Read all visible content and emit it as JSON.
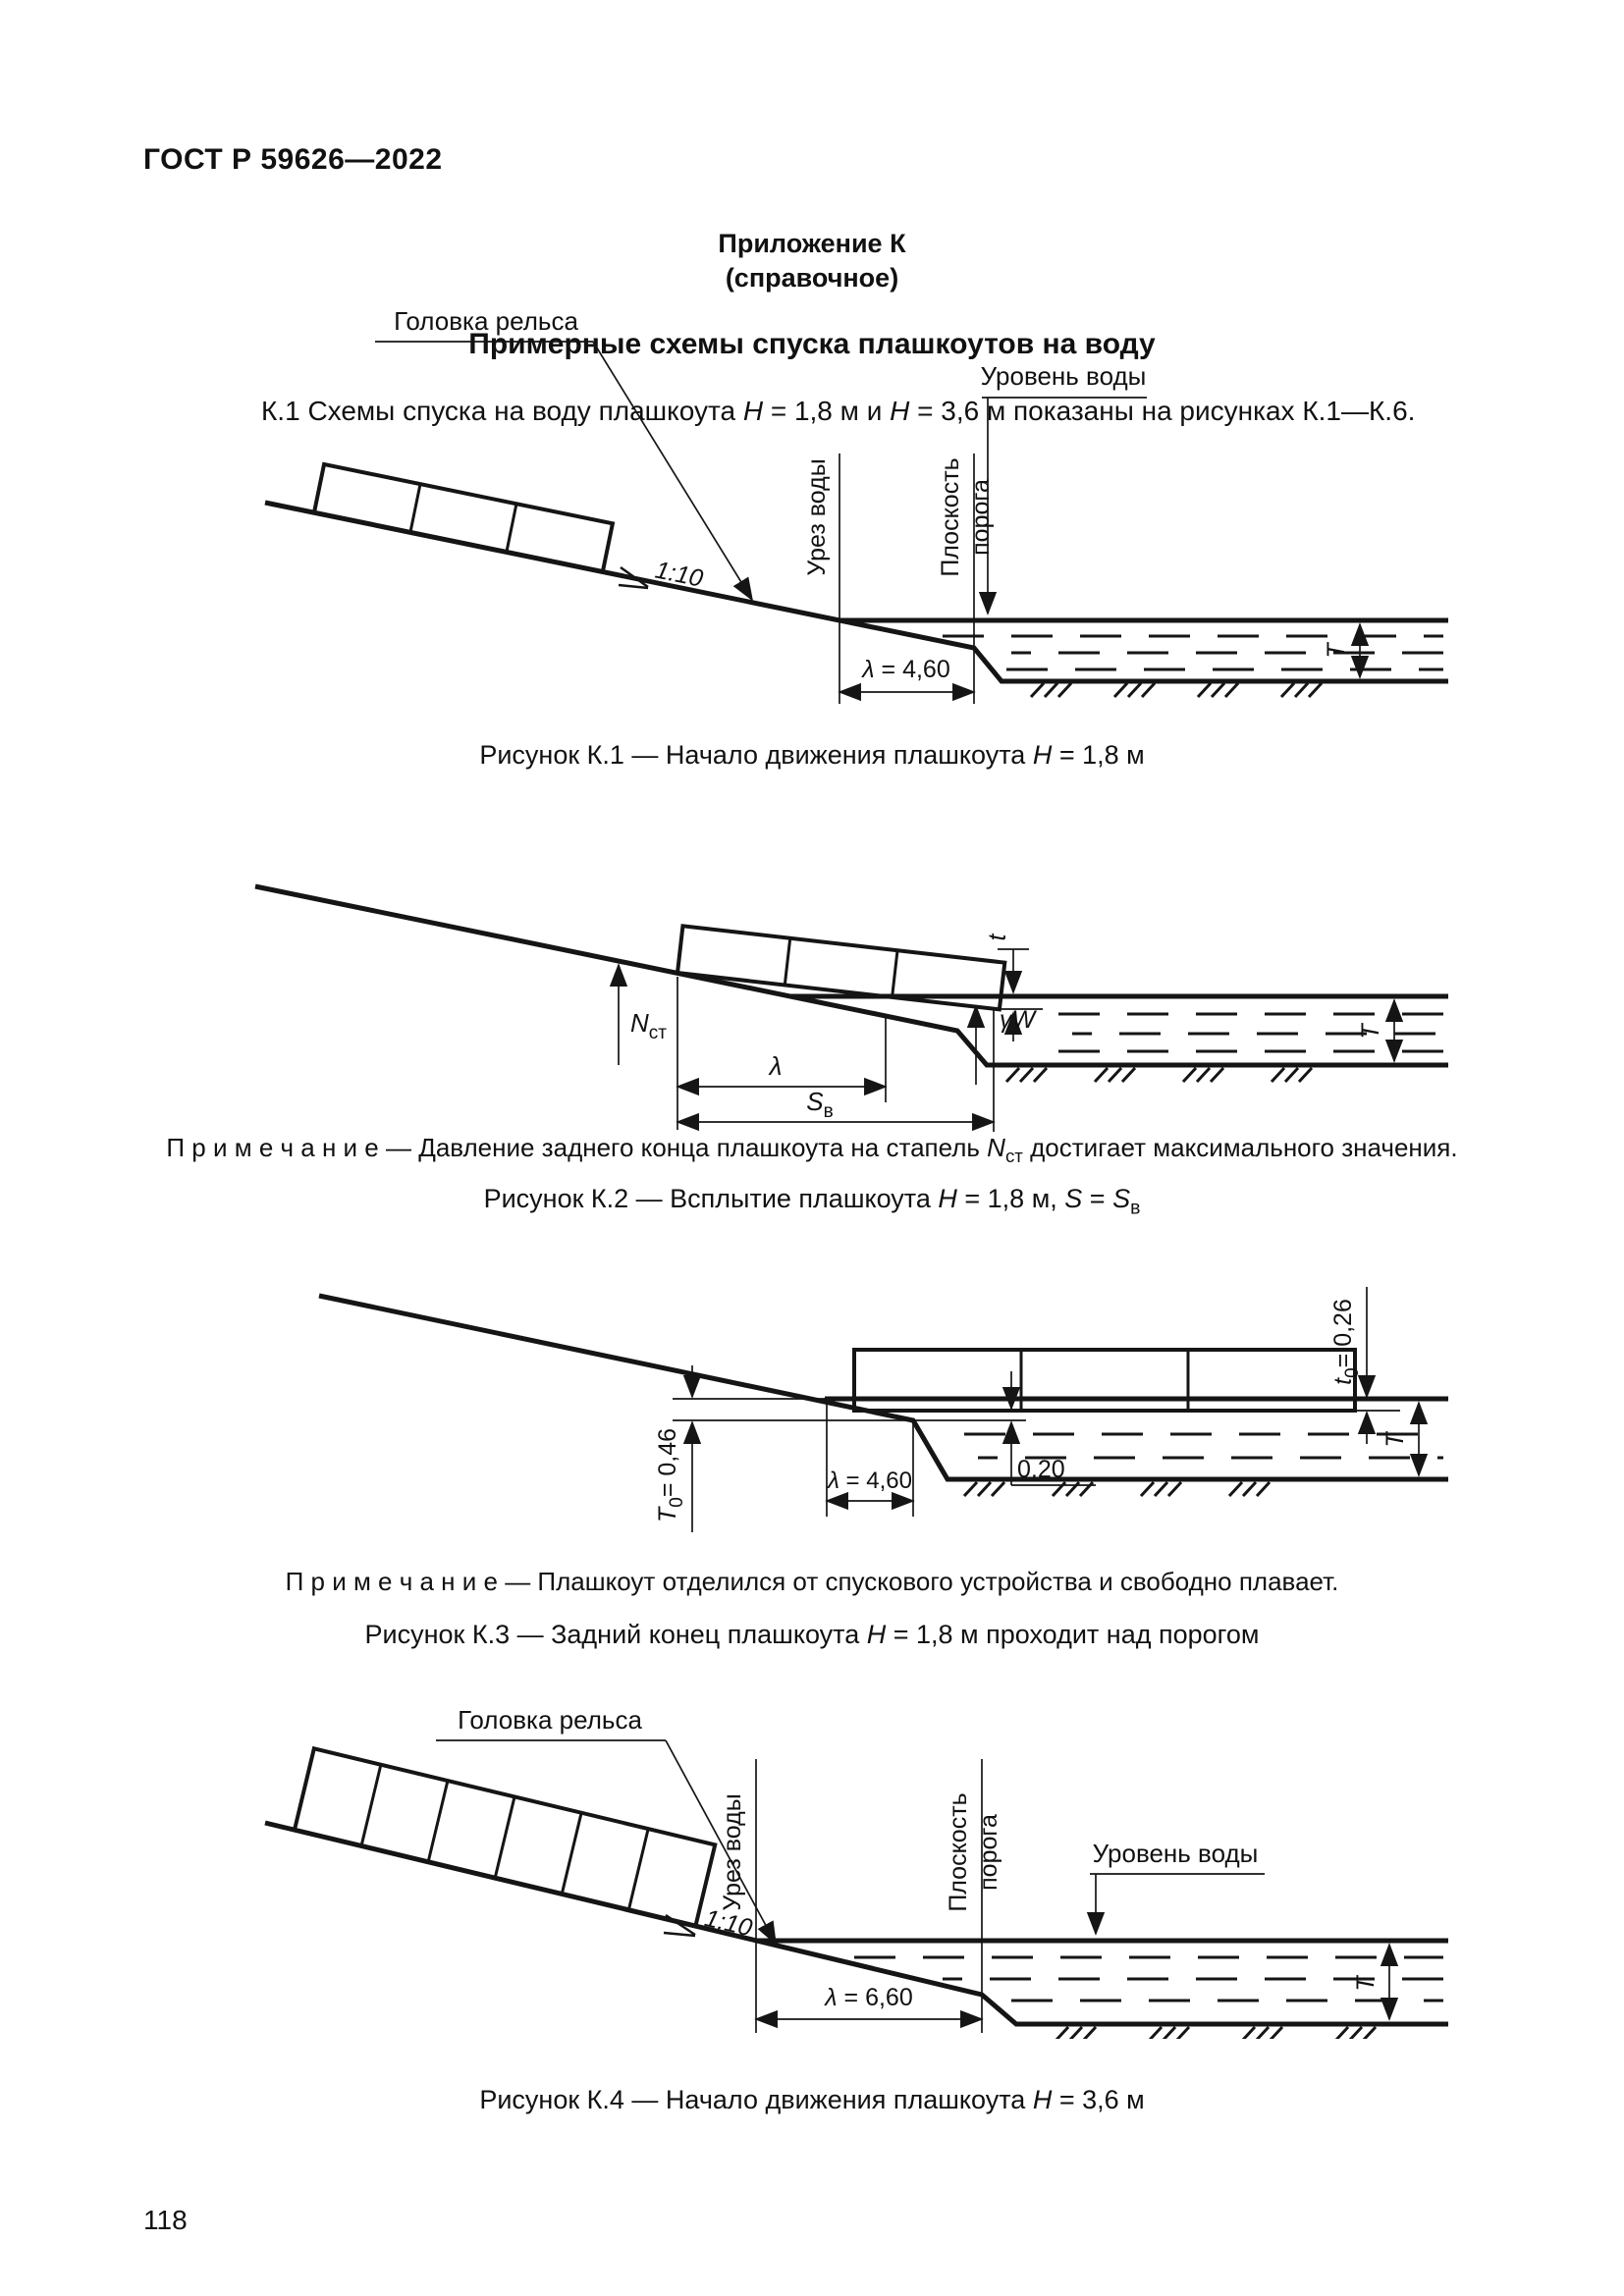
{
  "page": {
    "header": "ГОСТ Р 59626—2022",
    "number": "118"
  },
  "appendix": {
    "label": "Приложение К",
    "kind": "(справочное)",
    "title": "Примерные схемы спуска плашкоутов на воду"
  },
  "intro_rich": [
    {
      "t": "К.1  Схемы спуска на воду плашкоута "
    },
    {
      "t": "Н",
      "i": true
    },
    {
      "t": " = 1,8 м и "
    },
    {
      "t": "Н",
      "i": true
    },
    {
      "t": " = 3,6 м показаны на рисунках К.1—К.6."
    }
  ],
  "figures": {
    "k1": {
      "labels": {
        "rail_head": "Головка рельса",
        "slope_ratio": "1:10",
        "water_edge": "Урез воды",
        "sill_plane_line1": "Плоскость",
        "sill_plane_line2": "порога",
        "water_level": "Уровень воды",
        "lambda_sym": "λ",
        "lambda_val": " = 4,60",
        "draft_t": "Т"
      },
      "caption_rich": [
        {
          "t": "Рисунок К.1 — Начало движения плашкоута "
        },
        {
          "t": "Н",
          "i": true
        },
        {
          "t": " = 1,8 м"
        }
      ]
    },
    "k2": {
      "labels": {
        "n_base": "N",
        "n_sub": "ст",
        "t_small": "t",
        "lambda_sym": "λ",
        "s_base": "S",
        "s_sub": "в",
        "gamma_w": "γW",
        "draft_t": "Т"
      },
      "note_rich": [
        {
          "t": "П р и м е ч а н и е — Давление заднего конца плашкоута на стапель "
        },
        {
          "t": "N",
          "i": true
        },
        {
          "t": "ст",
          "sub": true
        },
        {
          "t": " достигает максимального значения."
        }
      ],
      "caption_rich": [
        {
          "t": "Рисунок К.2 — Всплытие плашкоута "
        },
        {
          "t": "Н",
          "i": true
        },
        {
          "t": " = 1,8 м, "
        },
        {
          "t": "S",
          "i": true
        },
        {
          "t": " = "
        },
        {
          "t": "S",
          "i": true
        },
        {
          "t": "в",
          "sub": true
        }
      ]
    },
    "k3": {
      "labels": {
        "t0_base": "t",
        "t0_sub": "0",
        "t0_val": "= 0,26",
        "T0_base": "Т",
        "T0_sub": "0",
        "T0_val": "= 0,46",
        "lambda_sym": "λ",
        "lambda_val": " = 4,60",
        "clearance": "0,20",
        "draft_t": "Т"
      },
      "note_rich": [
        {
          "t": "П р и м е ч а н и е — Плашкоут отделился от спускового устройства и свободно плавает."
        }
      ],
      "caption_rich": [
        {
          "t": "Рисунок К.3 — Задний конец плашкоута "
        },
        {
          "t": "Н",
          "i": true
        },
        {
          "t": " = 1,8 м проходит над порогом"
        }
      ]
    },
    "k4": {
      "labels": {
        "rail_head": "Головка рельса",
        "slope_ratio": "1:10",
        "water_edge": "Урез воды",
        "sill_plane_line1": "Плоскость",
        "sill_plane_line2": "порога",
        "water_level": "Уровень воды",
        "lambda_sym": "λ",
        "lambda_val": " = 6,60",
        "draft_t": "Т"
      },
      "caption_rich": [
        {
          "t": "Рисунок К.4 — Начало движения плашкоута "
        },
        {
          "t": "Н",
          "i": true
        },
        {
          "t": " = 3,6 м"
        }
      ]
    }
  }
}
